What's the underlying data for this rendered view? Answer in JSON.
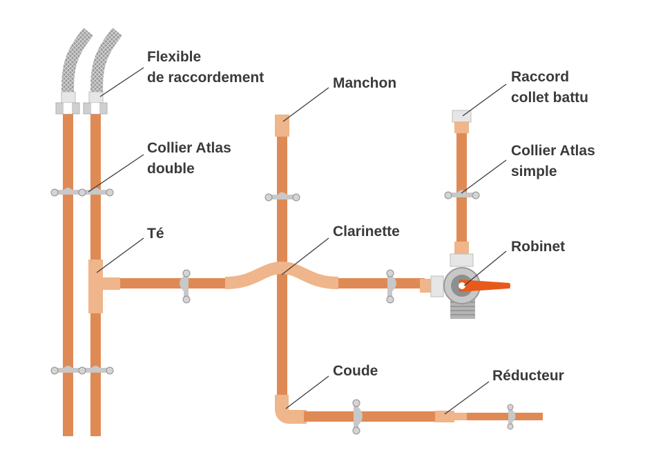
{
  "labels": {
    "flexible_l1": "Flexible",
    "flexible_l2": "de raccordement",
    "manchon": "Manchon",
    "raccord_l1": "Raccord",
    "raccord_l2": "collet battu",
    "collier_double_l1": "Collier Atlas",
    "collier_double_l2": "double",
    "collier_simple_l1": "Collier Atlas",
    "collier_simple_l2": "simple",
    "te": "Té",
    "clarinette": "Clarinette",
    "robinet": "Robinet",
    "coude": "Coude",
    "reducteur": "Réducteur"
  },
  "colors": {
    "pipe": "#df8a55",
    "fitting": "#efb58b",
    "metal": "#c8c8c8",
    "metal_dark": "#8f8f8f",
    "handle": "#e85a1b",
    "text": "#3a3a3a"
  }
}
